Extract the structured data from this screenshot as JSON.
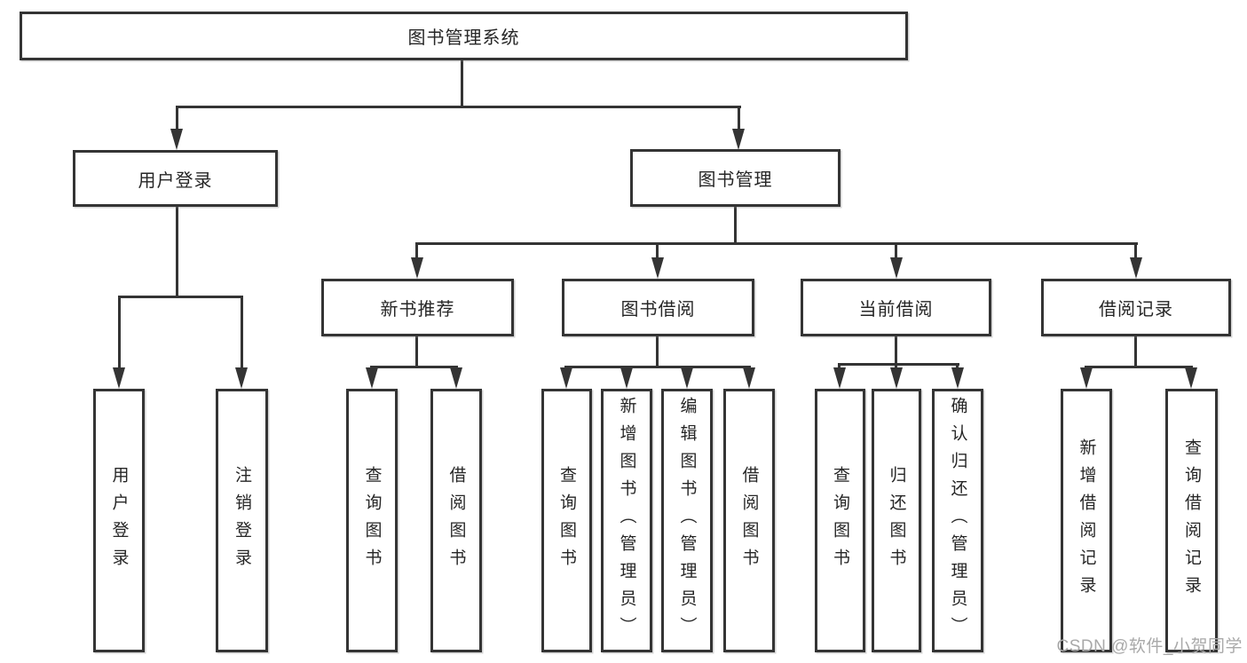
{
  "diagram": {
    "root": {
      "label": "图书管理系统"
    },
    "level1": [
      {
        "label": "用户登录"
      },
      {
        "label": "图书管理"
      }
    ],
    "level2": [
      {
        "label": "新书推荐"
      },
      {
        "label": "图书借阅"
      },
      {
        "label": "当前借阅"
      },
      {
        "label": "借阅记录"
      }
    ],
    "leaves": [
      {
        "label": "用户登录"
      },
      {
        "label": "注销登录"
      },
      {
        "label": "查询图书"
      },
      {
        "label": "借阅图书"
      },
      {
        "label": "查询图书"
      },
      {
        "label": "新增图书（管理员）"
      },
      {
        "label": "编辑图书（管理员）"
      },
      {
        "label": "借阅图书"
      },
      {
        "label": "查询图书"
      },
      {
        "label": "归还图书"
      },
      {
        "label": "确认归还（管理员）"
      },
      {
        "label": "新增借阅记录"
      },
      {
        "label": "查询借阅记录"
      }
    ],
    "watermark": "CSDN @软件_小贺同学",
    "colors": {
      "line": "#343434",
      "text": "#262626",
      "watermark": "#a9a9a9",
      "background": "#ffffff"
    }
  }
}
